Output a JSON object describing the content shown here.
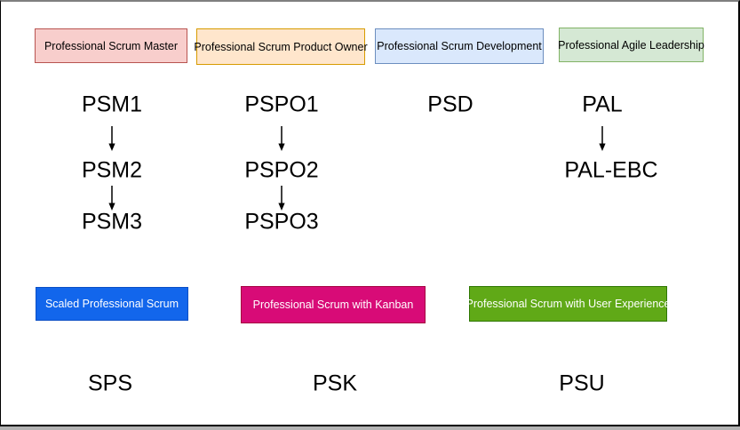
{
  "diagram": {
    "title_semantic": "Scrum.org certification paths",
    "tracks": [
      {
        "header": {
          "label": "Professional Scrum Master",
          "fill": "#F8CECC",
          "border": "#B85450",
          "text_color": "#000000"
        },
        "levels": [
          "PSM1",
          "PSM2",
          "PSM3"
        ]
      },
      {
        "header": {
          "label": "Professional Scrum Product Owner",
          "fill": "#FFE6CC",
          "border": "#D79B00",
          "text_color": "#000000"
        },
        "levels": [
          "PSPO1",
          "PSPO2",
          "PSPO3"
        ]
      },
      {
        "header": {
          "label": "Professional Scrum Development",
          "fill": "#DAE8FC",
          "border": "#6C8EBF",
          "text_color": "#000000"
        },
        "levels": [
          "PSD"
        ]
      },
      {
        "header": {
          "label": "Professional Agile Leadership",
          "fill": "#D5E8D4",
          "border": "#82B366",
          "text_color": "#000000"
        },
        "levels": [
          "PAL",
          "PAL-EBC"
        ]
      }
    ],
    "specialty_tracks": [
      {
        "header": {
          "label": "Scaled Professional Scrum",
          "fill": "#1266EC",
          "border": "#0B4FC5",
          "text_color": "#FFFFFF"
        },
        "levels": [
          "SPS"
        ]
      },
      {
        "header": {
          "label": "Professional Scrum with Kanban",
          "fill": "#D80B77",
          "border": "#A50040",
          "text_color": "#FFFFFF"
        },
        "levels": [
          "PSK"
        ]
      },
      {
        "header": {
          "label": "Professional Scrum with User Experience",
          "fill": "#60A917",
          "border": "#2D7600",
          "text_color": "#FFFFFF"
        },
        "levels": [
          "PSU"
        ]
      }
    ],
    "arrow_color": "#000000"
  }
}
